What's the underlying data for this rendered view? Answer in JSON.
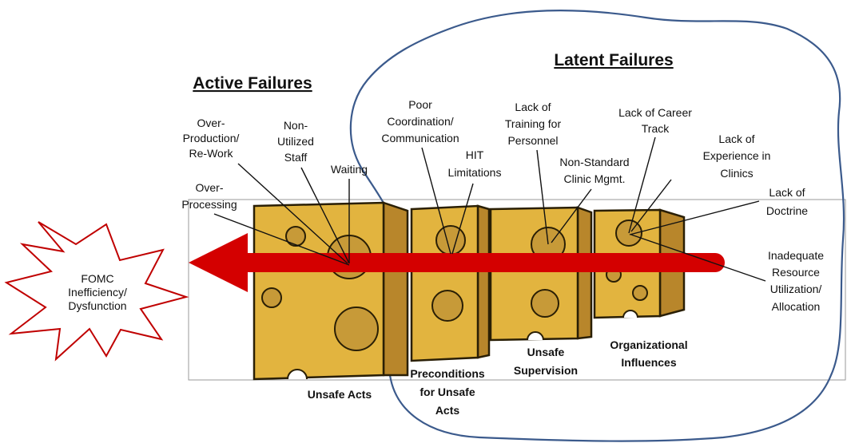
{
  "headers": {
    "active": "Active Failures",
    "latent": "Latent Failures"
  },
  "outcome": {
    "line1": "FOMC",
    "line2": "Inefficiency/",
    "line3": "Dysfunction"
  },
  "layers": {
    "unsafe_acts": {
      "line1": "Unsafe Acts"
    },
    "preconditions": {
      "line1": "Preconditions",
      "line2": "for Unsafe",
      "line3": "Acts"
    },
    "supervision": {
      "line1": "Unsafe",
      "line2": "Supervision"
    },
    "organizational": {
      "line1": "Organizational",
      "line2": "Influences"
    }
  },
  "causes": {
    "over_production": [
      "Over-",
      "Production/",
      "Re-Work"
    ],
    "non_utilized": [
      "Non-",
      "Utilized",
      "Staff"
    ],
    "waiting": [
      "Waiting"
    ],
    "over_processing": [
      "Over-",
      "Processing"
    ],
    "poor_coordination": [
      "Poor",
      "Coordination/",
      "Communication"
    ],
    "hit_limitations": [
      "HIT",
      "Limitations"
    ],
    "lack_training": [
      "Lack of",
      "Training for",
      "Personnel"
    ],
    "non_standard": [
      "Non-Standard",
      "Clinic Mgmt."
    ],
    "lack_career": [
      "Lack of Career",
      "Track"
    ],
    "lack_experience": [
      "Lack of",
      "Experience in",
      "Clinics"
    ],
    "lack_doctrine": [
      "Lack of",
      "Doctrine"
    ],
    "inadequate_resource": [
      "Inadequate",
      "Resource",
      "Utilization/",
      "Allocation"
    ]
  },
  "colors": {
    "arrow": "#D40000",
    "cheese": "#E2B43F",
    "outline": "#2A1F05",
    "cloud": "#3B5A8C",
    "starburst": "#C00000"
  }
}
